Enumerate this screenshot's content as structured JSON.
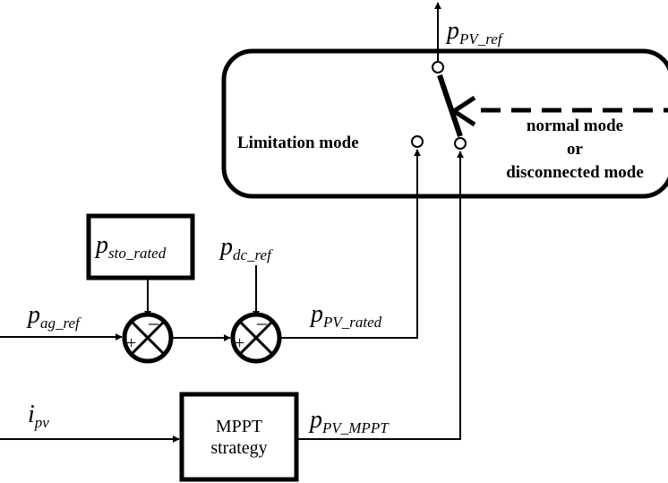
{
  "signals": {
    "p_pv_ref": {
      "main": "p",
      "sub": "PV_ref"
    },
    "p_sto_rated": {
      "main": "p",
      "sub": "sto_rated"
    },
    "p_dc_ref": {
      "main": "p",
      "sub": "dc_ref"
    },
    "p_ag_ref": {
      "main": "p",
      "sub": "ag_ref"
    },
    "p_pv_rated": {
      "main": "p",
      "sub": "PV_rated"
    },
    "i_pv": {
      "main": "i",
      "sub": "pv"
    },
    "p_pv_mppt": {
      "main": "p",
      "sub": "PV_MPPT"
    }
  },
  "modes": {
    "limitation": "Limitation mode",
    "normal_line1": "normal mode",
    "normal_line2": "or",
    "normal_line3": "disconnected mode"
  },
  "mppt_block": {
    "line1": "MPPT",
    "line2": "strategy"
  },
  "summing_signs": {
    "minus": "–",
    "plus": "+"
  }
}
